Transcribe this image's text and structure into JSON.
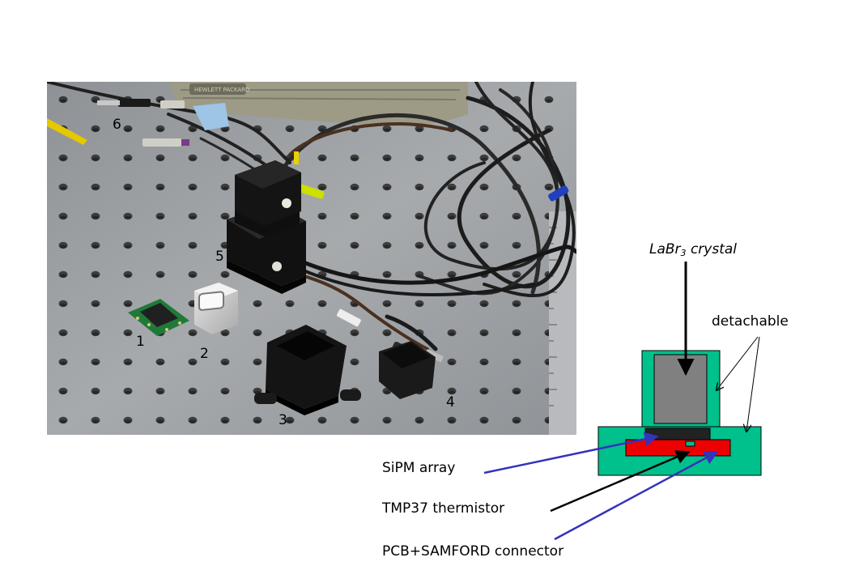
{
  "photo": {
    "labels": [
      "1",
      "2",
      "3",
      "4",
      "5",
      "6"
    ],
    "brand_text": "HEWLETT PACKARD"
  },
  "diagram": {
    "crystal_label": {
      "text": "LaBr",
      "subscript": "3",
      "suffix": " crystal"
    },
    "detachable_label": "detachable",
    "sipm_label": "SiPM array",
    "thermistor_label": "TMP37 thermistor",
    "pcb_label": "PCB+SAMFORD connector",
    "colors": {
      "housing": "#00c08c",
      "crystal": "#808080",
      "sipm": "#222222",
      "pcb": "#ee0000",
      "arrow_blue": "#3333bb",
      "arrow_black": "#000000"
    }
  }
}
